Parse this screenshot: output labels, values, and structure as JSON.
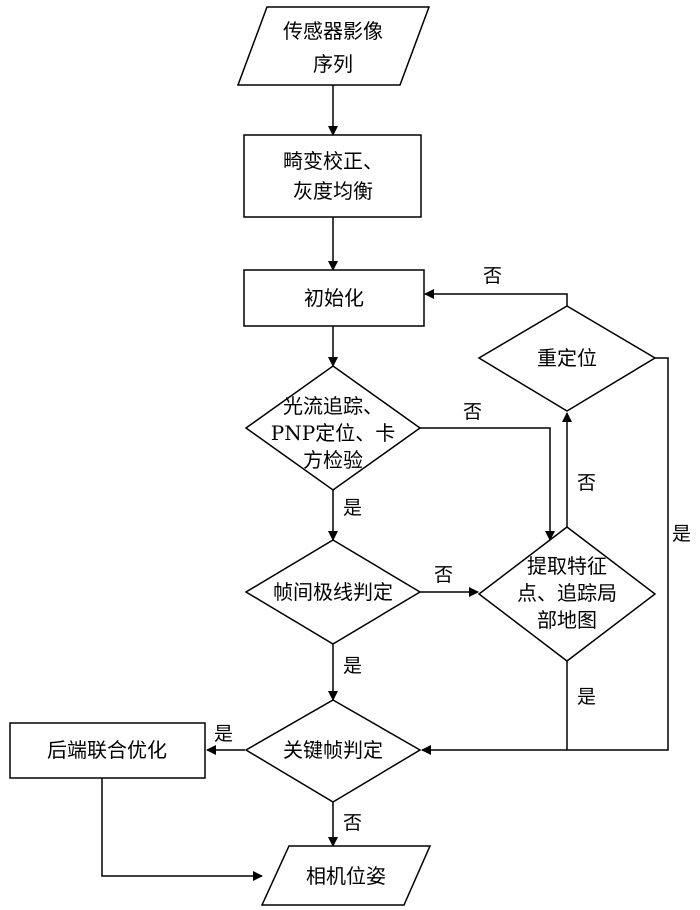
{
  "nodes": {
    "sensor": [
      "传感器影像",
      "序列"
    ],
    "distortion": [
      "畸变校正、",
      "灰度均衡"
    ],
    "init": [
      "初始化"
    ],
    "reloc": [
      "重定位"
    ],
    "tracking": [
      "光流追踪、",
      "PNP定位、卡",
      "方检验"
    ],
    "extract": [
      "提取特征",
      "点、追踪局",
      "部地图"
    ],
    "epipolar": [
      "帧间极线判定"
    ],
    "keyframe": [
      "关键帧判定"
    ],
    "backend": [
      "后端联合优化"
    ],
    "pose": [
      "相机位姿"
    ]
  },
  "edge_labels": {
    "reloc_no": "否",
    "tracking_no": "否",
    "tracking_yes": "是",
    "extract_no": "否",
    "reloc_yes": "是",
    "epipolar_no": "否",
    "epipolar_yes": "是",
    "extract_yes": "是",
    "keyframe_yes": "是",
    "keyframe_no": "否"
  }
}
